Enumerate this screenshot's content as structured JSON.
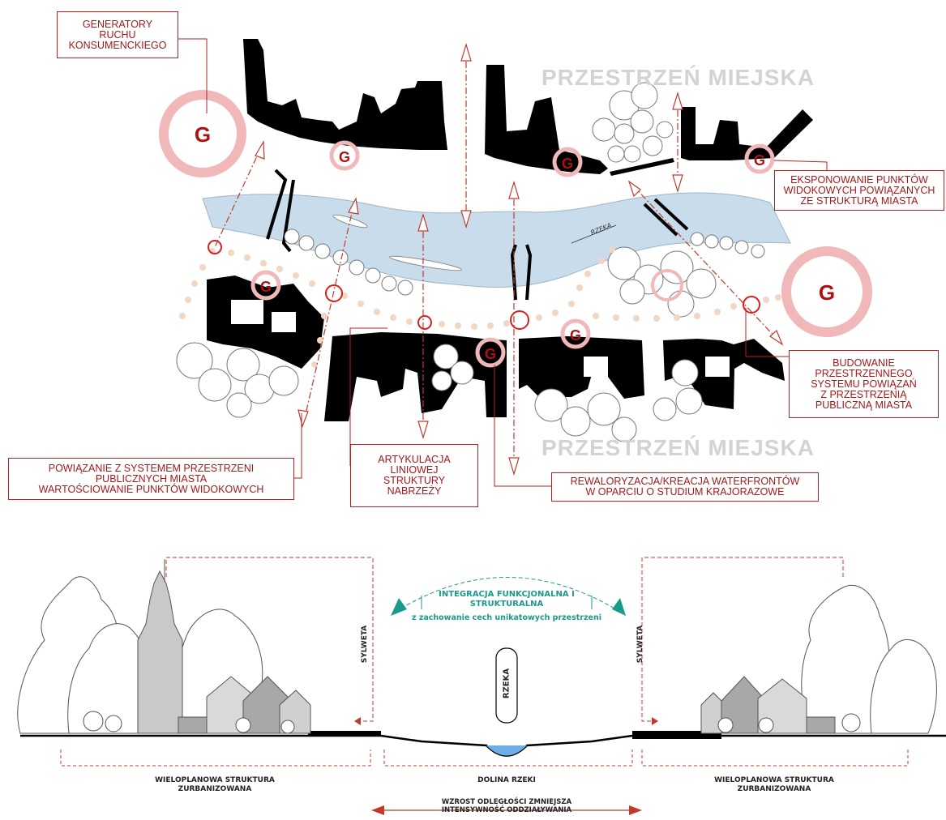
{
  "labels": {
    "generators": "GENERATORY\nRUCHU\nKONSUMENCKIEGO",
    "viewpoints": "EKSPONOWANIE PUNKTÓW\nWIDOKOWYCH POWIĄZANYCH\nZE STRUKTURĄ MIASTA",
    "spatial": "BUDOWANIE\nPRZESTRZENNEGO\nSYSTEMU POWIĄZAŃ\nZ PRZESTRZENIĄ\nPUBLICZNĄ MIASTA",
    "public_space": "POWIĄZANIE Z SYSTEMEM PRZESTRZENI\nPUBLICZNYCH MIASTA\nWARTOŚCIOWANIE PUNKTÓW WIDOKOWYCH",
    "linear": "ARTYKULACJA\nLINIOWEJ\nSTRUKTURY\nNABRZEŻY",
    "waterfront": "REWALORYZACJA/KREACJA WATERFRONTÓW\nW OPARCIU O STUDIUM KRAJORAZOWE"
  },
  "plan": {
    "urban_space_top": "PRZESTRZEŃ MIEJSKA",
    "urban_space_bottom": "PRZESTRZEŃ MIEJSKA",
    "river": "RZEKA",
    "generator_letter": "G"
  },
  "section": {
    "integration_line1": "INTEGRACJA FUNKCJONALNA I",
    "integration_line2": "STRUKTURALNA",
    "integration_sub": "z zachowanie cech unikatowych przestrzeni",
    "river": "RZEKA",
    "silhouette_left": "SYLWETA",
    "silhouette_right": "SYLWETA",
    "left_structure": "WIELOPLANOWA STRUKTURA\nZURBANIZOWANA",
    "valley": "DOLINA RZEKI",
    "right_structure": "WIELOPLANOWA STRUKTURA\nZURBANIZOWANA",
    "distance": "WZROST ODLEGŁOŚCI ZMNIEJSZA\nINTENSYWNOŚĆ ODDZIAŁYWANIA"
  },
  "colors": {
    "river": "#c9dcec",
    "buildings": "#000000",
    "generator_ring": "#f0b8b8",
    "generator_letter": "#b01010",
    "path_dots": "#f2d6c4",
    "label_red": "#b22222",
    "accent_teal": "#1a9a8a"
  }
}
